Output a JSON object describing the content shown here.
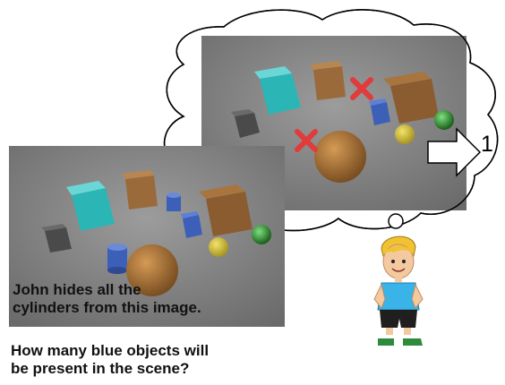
{
  "caption": "John hides all the\ncylinders from this image.",
  "question": "How many blue objects will\nbe present in the scene?",
  "answer": "1",
  "icons": {
    "removed_marker": "red-x-icon",
    "arrow": "right-arrow-icon",
    "character": "boy-figure"
  },
  "colors": {
    "scene_floor": "#8a8a8a",
    "cube_cyan": "#2bb5b5",
    "cube_brown": "#9a6a3a",
    "cube_blue": "#3c5fb8",
    "cube_gray": "#505050",
    "sphere_brown": "#b07a3e",
    "sphere_yellow": "#d8c43a",
    "sphere_green": "#2f8a2f",
    "cross_red": "#e23b3b"
  }
}
